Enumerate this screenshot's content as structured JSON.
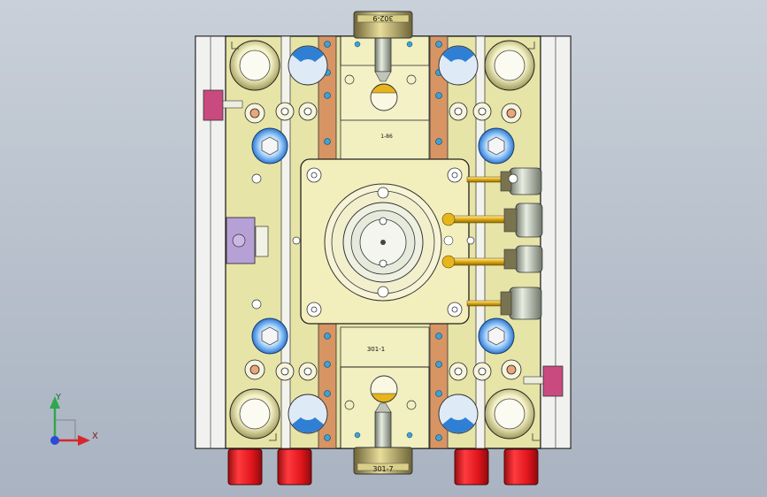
{
  "view": {
    "part_labels": {
      "top_stamp": "302-9",
      "bottom_stamp": "301-7",
      "upper_insert": "1-86",
      "lower_insert": "301-1"
    },
    "triad": {
      "y": "Y",
      "x": "X"
    },
    "colors": {
      "background": "#bcc4d0",
      "plate": "#f3f4f1",
      "plate_edge": "#2a2a2a",
      "mold_base": "#e6e3a6",
      "insert": "#f3f0c0",
      "rail": "#d9905a",
      "red_block": "#d9161c",
      "yellow_pin": "#e7b51c",
      "blue_ring": "#4a90d8",
      "magenta": "#c24a9a",
      "purple": "#b8a0d8",
      "nozzle": "#cbd2c5"
    }
  }
}
